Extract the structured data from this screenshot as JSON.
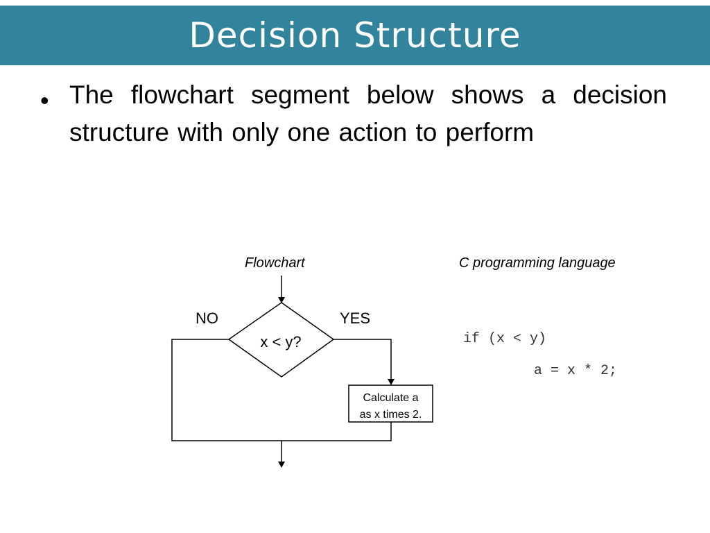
{
  "slide": {
    "title": "Decision Structure",
    "title_bar_color": "#31849b",
    "bullet_symbol": "•",
    "bullet_text": "The flowchart segment below shows a decision structure with only one action to perform"
  },
  "flowchart": {
    "caption": "Flowchart",
    "no_label": "NO",
    "yes_label": "YES",
    "condition": "x < y?",
    "action_line1": "Calculate a",
    "action_line2": "as x times 2."
  },
  "code": {
    "caption": "C  programming language",
    "line1": "if (x < y)",
    "line2": "a = x * 2;"
  }
}
